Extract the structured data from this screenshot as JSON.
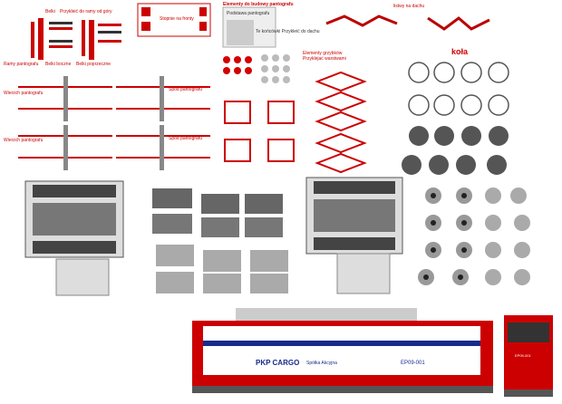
{
  "labels": {
    "belki_frame": "Belki",
    "przykleic_ramy": "Przykleić do ramy od góry",
    "stopnie": "Stopnie na fronty",
    "elementy": "Elementy do budowy pantografu",
    "podstawa": "Podstawa pantografu",
    "te_koncowki": "Te końcówki Przykleić do dachu",
    "listwy": "listwy na dachu",
    "ramy": "Ramy pantografu",
    "belki_boczne": "Belki boczne",
    "belki_poprzeczne": "Belki poprzeczne",
    "grzybki": "Elementy grzybków",
    "grzybki_sub": "Przyklejać warstwami",
    "kola": "koła",
    "wierzch1": "Wierzch pantografu",
    "wierzch2": "Wierzch pantografu",
    "spod1": "Spód pantografu",
    "spod2": "Spód pantografu",
    "pkp": "PKP CARGO",
    "spolka": "Spółka Akcyjna",
    "model": "EP09-001",
    "model_front": "EP09-001"
  },
  "colors": {
    "red": "#d40000",
    "blue": "#1a2a8a",
    "grey": "#888888",
    "dark": "#444444"
  }
}
